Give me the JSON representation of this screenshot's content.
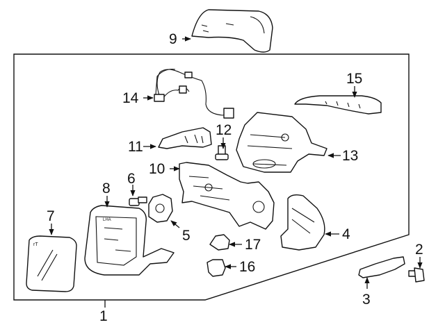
{
  "diagram": {
    "callouts": {
      "c1": "1",
      "c2": "2",
      "c3": "3",
      "c4": "4",
      "c5": "5",
      "c6": "6",
      "c7": "7",
      "c8": "8",
      "c9": "9",
      "c10": "10",
      "c11": "11",
      "c12": "12",
      "c13": "13",
      "c14": "14",
      "c15": "15",
      "c16": "16",
      "c17": "17"
    },
    "mirror_embossed_text": "LHA"
  }
}
